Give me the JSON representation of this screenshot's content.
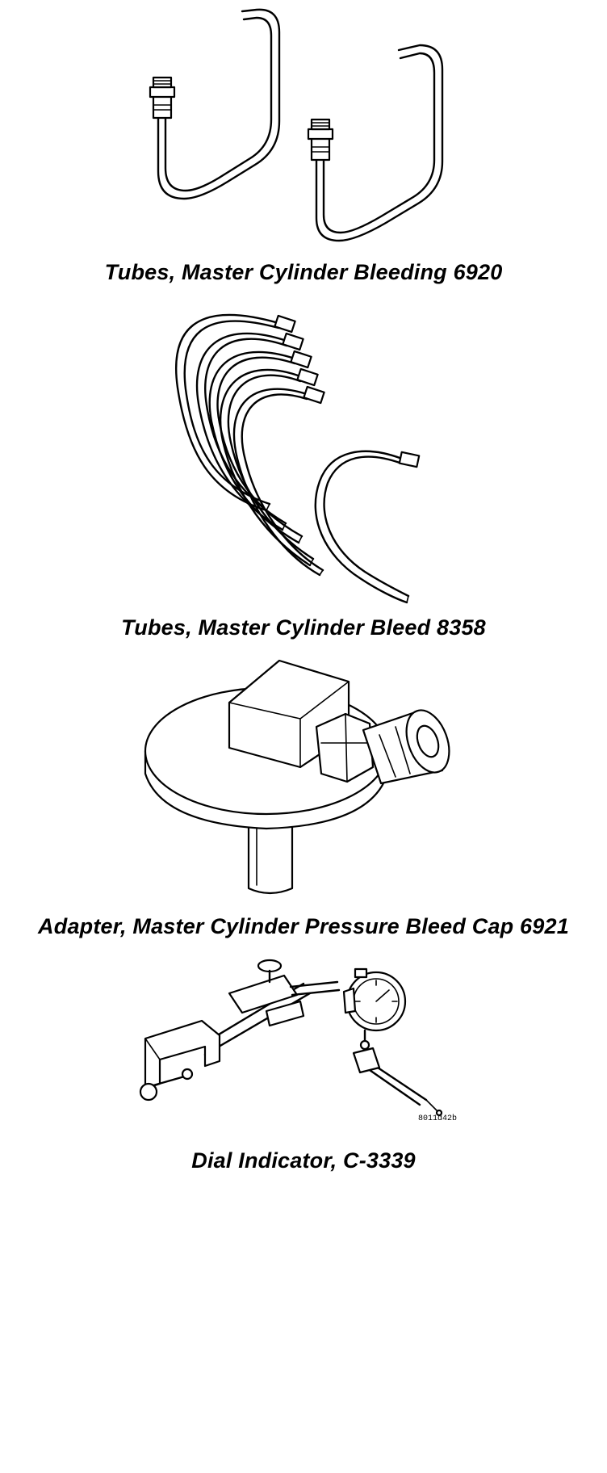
{
  "figures": [
    {
      "caption": "Tubes, Master Cylinder Bleeding 6920"
    },
    {
      "caption": "Tubes, Master Cylinder Bleed 8358"
    },
    {
      "caption": "Adapter, Master Cylinder Pressure Bleed Cap 6921"
    },
    {
      "caption": "Dial Indicator, C-3339"
    }
  ],
  "figure_ref": "8011d42b"
}
